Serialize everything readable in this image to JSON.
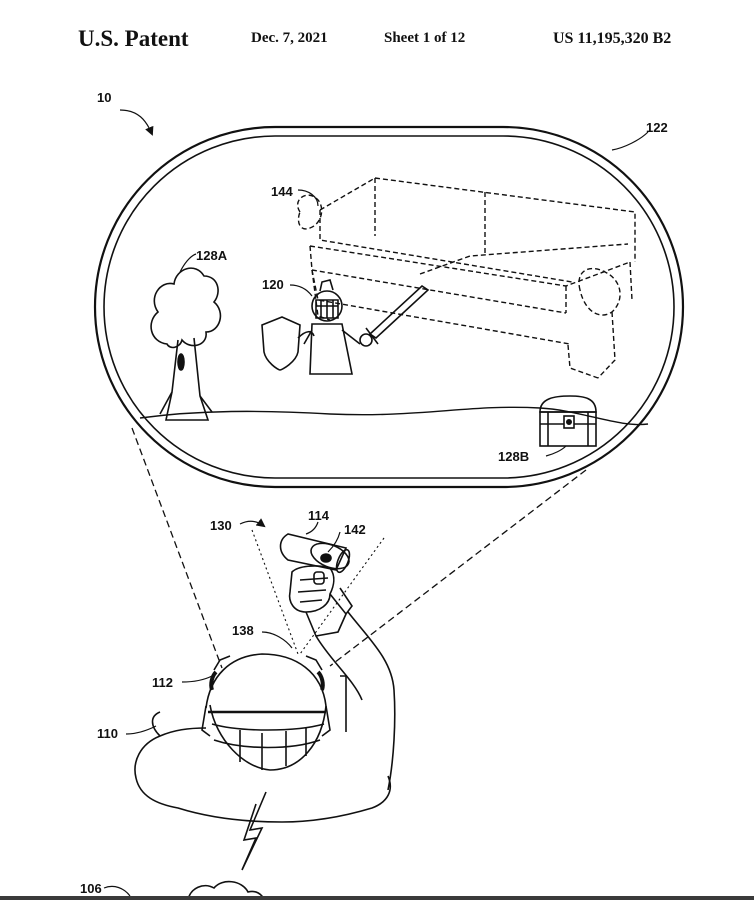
{
  "header": {
    "title": "U.S. Patent",
    "date": "Dec. 7, 2021",
    "sheet": "Sheet 1 of 12",
    "patent_number": "US 11,195,320 B2"
  },
  "figure": {
    "labels": {
      "system": "10",
      "virtual_scene": "122",
      "couch": "144",
      "tree": "128A",
      "knight": "120",
      "chest": "128B",
      "view_line": "130",
      "controller": "114",
      "controller_button": "142",
      "camera": "138",
      "headset": "112",
      "user": "110",
      "network": "106"
    }
  }
}
